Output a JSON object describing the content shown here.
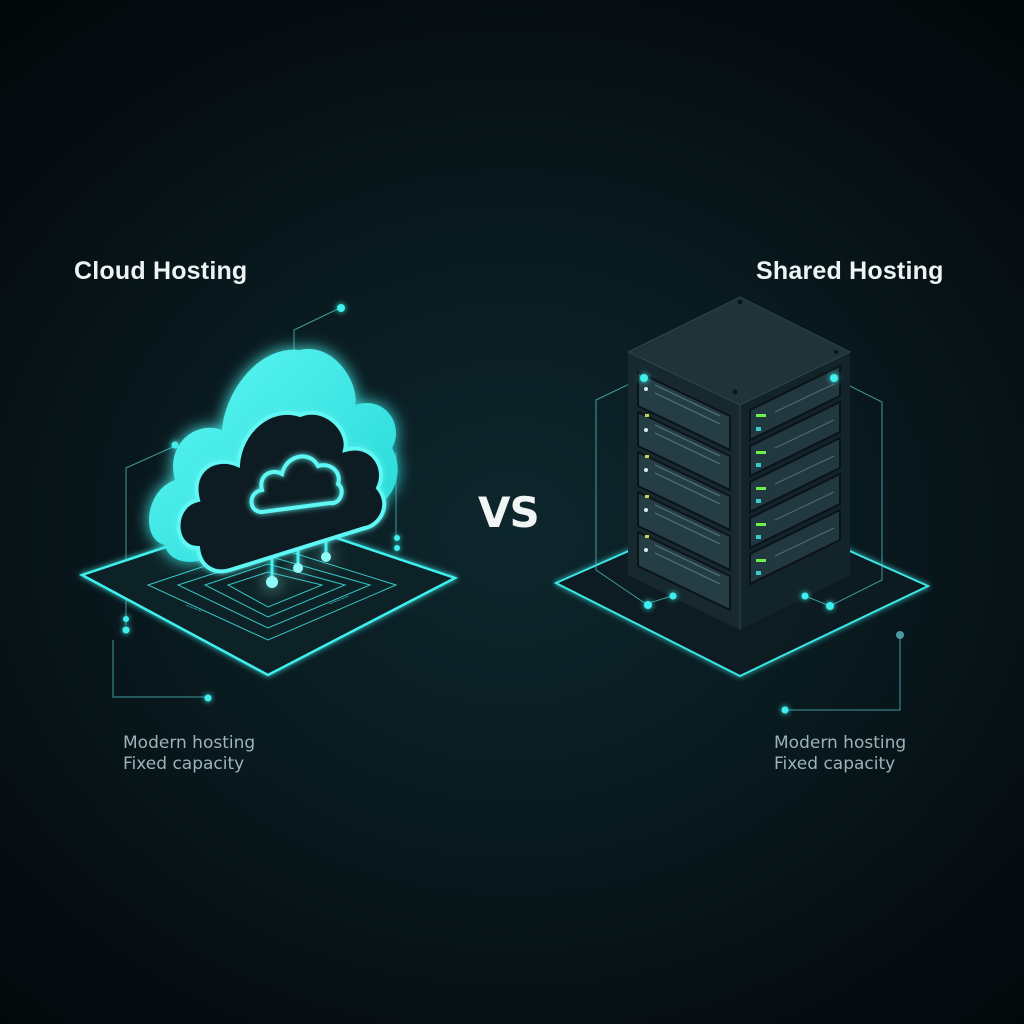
{
  "comparison": {
    "left": {
      "title": "Cloud Hosting",
      "icon": "cloud-icon",
      "caption_line1": "Modern hosting",
      "caption_line2": "Fixed capacity"
    },
    "separator": "VS",
    "right": {
      "title": "Shared Hosting",
      "icon": "server-rack-icon",
      "caption_line1": "Modern hosting",
      "caption_line2": "Fixed capacity"
    }
  },
  "colors": {
    "background": "#050d11",
    "accent": "#3ff0ee",
    "title_text": "#eef3f4",
    "caption_text": "#9db3b8",
    "server_body": "#1c2f36"
  }
}
